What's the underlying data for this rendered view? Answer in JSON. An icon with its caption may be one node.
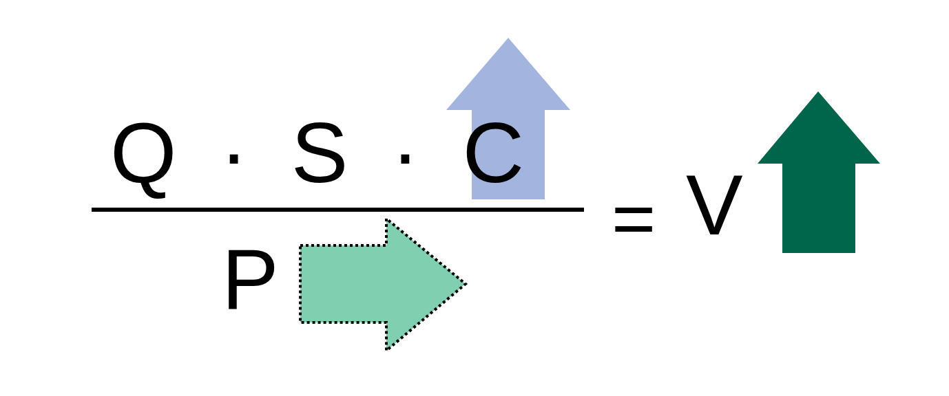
{
  "diagram": {
    "labels": [
      "Q · S · C",
      "P",
      "=",
      "V"
    ]
  }
}
